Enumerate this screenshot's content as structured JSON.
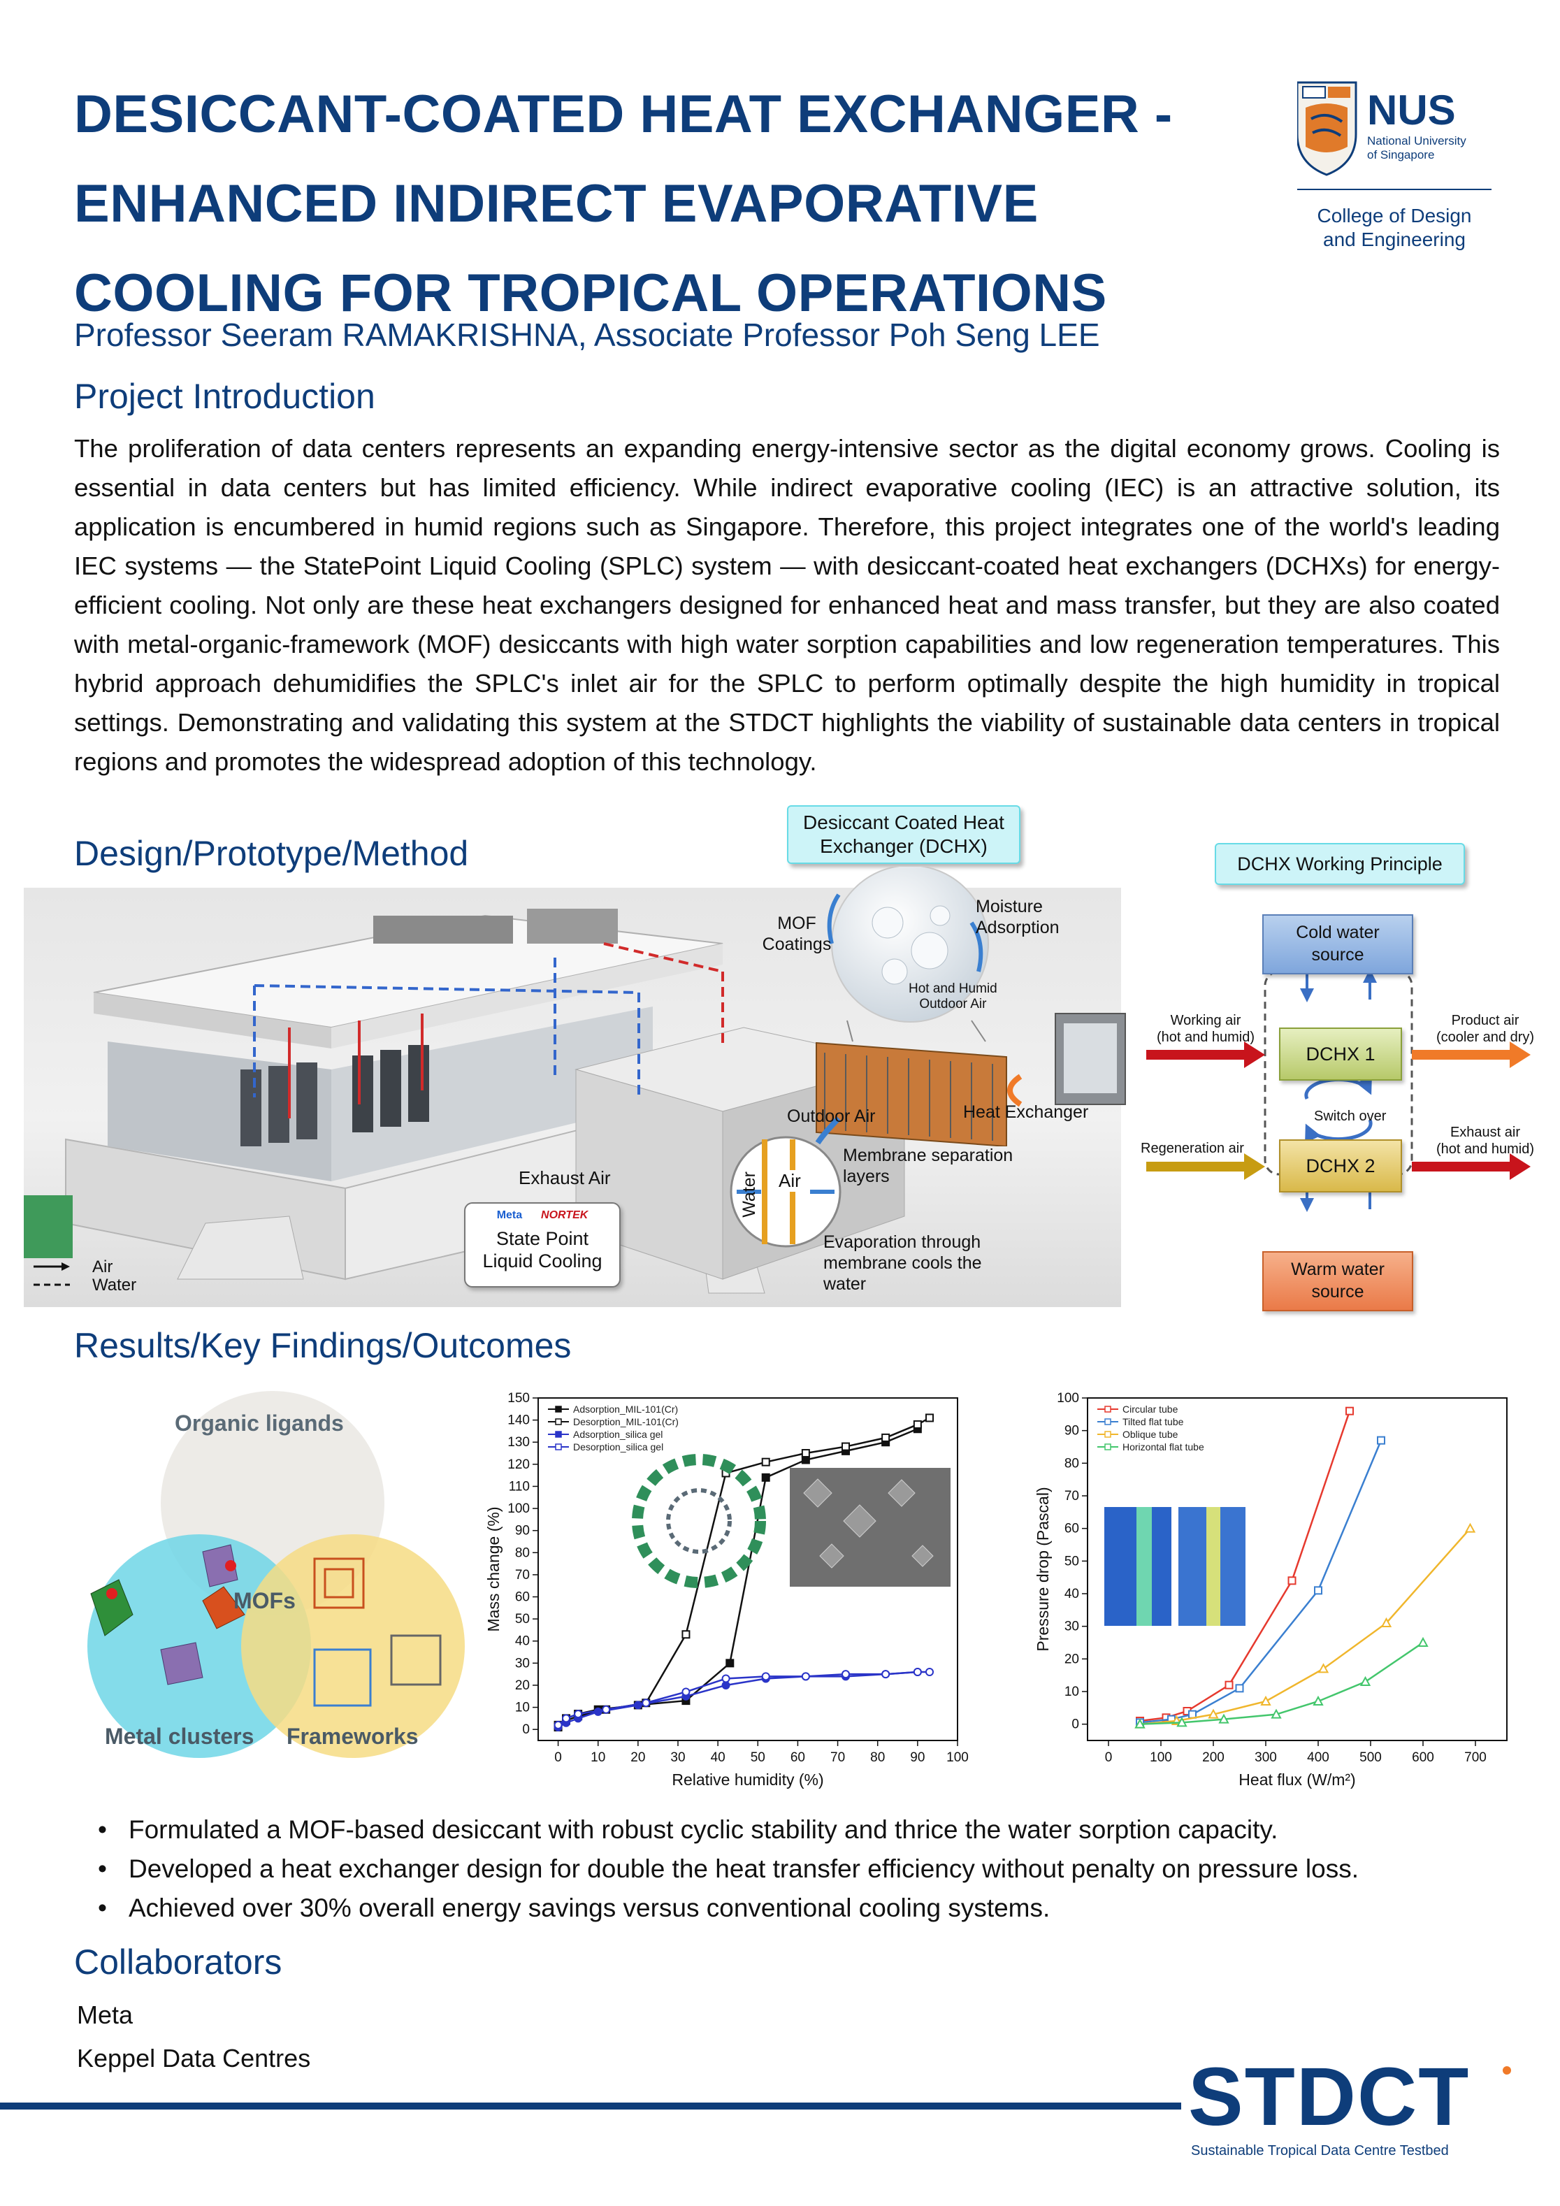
{
  "title_lines": [
    "DESICCANT-COATED HEAT EXCHANGER -",
    "ENHANCED INDIRECT EVAPORATIVE",
    "COOLING FOR TROPICAL OPERATIONS"
  ],
  "authors": "Professor Seeram RAMAKRISHNA, Associate Professor Poh Seng LEE",
  "logo": {
    "name": "NUS",
    "line1": "National University",
    "line2": "of Singapore",
    "college1": "College of Design",
    "college2": "and Engineering"
  },
  "sections": {
    "intro": "Project Introduction",
    "design": "Design/Prototype/Method",
    "results": "Results/Key Findings/Outcomes",
    "collaborators": "Collaborators"
  },
  "intro_text": "The proliferation of data centers represents an expanding energy-intensive sector as the digital economy grows. Cooling is essential in data centers but has limited efficiency. While indirect evaporative cooling (IEC) is an attractive solution, its application is encumbered in humid regions such as Singapore. Therefore, this project integrates one of the world's leading IEC systems — the StatePoint Liquid Cooling (SPLC) system — with desiccant-coated heat exchangers (DCHXs) for energy-efficient cooling. Not only are these heat exchangers designed for enhanced heat and mass transfer, but they are also coated with metal-organic-framework (MOF) desiccants with high water sorption capabilities and low regeneration temperatures. This hybrid approach dehumidifies the SPLC's inlet air for the SPLC to perform optimally despite the high humidity in tropical settings. Demonstrating and validating this system at the STDCT highlights the viability of sustainable data centers in tropical regions and promotes the widespread adoption of this technology.",
  "design": {
    "dchx_label_1": "Desiccant Coated Heat",
    "dchx_label_2": "Exchanger (DCHX)",
    "mof_1": "MOF",
    "mof_2": "Coatings",
    "moisture_1": "Moisture",
    "moisture_2": "Adsorption",
    "hot_1": "Hot and Humid",
    "hot_2": "Outdoor Air",
    "outdoor_air": "Outdoor Air",
    "heat_exchanger": "Heat Exchanger",
    "exhaust_air": "Exhaust Air",
    "membrane_1": "Membrane separation",
    "membrane_2": "layers",
    "air": "Air",
    "water": "Water",
    "evap_1": "Evaporation through",
    "evap_2": "membrane cools the",
    "evap_3": "water",
    "meta": "Meta",
    "nortek": "NORTEK",
    "splc_1": "State Point",
    "splc_2": "Liquid Cooling",
    "legend_air": "Air",
    "legend_water": "Water"
  },
  "principle": {
    "title": "DCHX Working Principle",
    "cold_1": "Cold water",
    "cold_2": "source",
    "warm_1": "Warm water",
    "warm_2": "source",
    "dchx1": "DCHX 1",
    "dchx2": "DCHX 2",
    "switch": "Switch over",
    "working_1": "Working air",
    "working_2": "(hot and humid)",
    "product_1": "Product air",
    "product_2": "(cooler and dry)",
    "regen": "Regeneration air",
    "exhaust_1": "Exhaust air",
    "exhaust_2": "(hot and humid)",
    "colors": {
      "red": "#c8141c",
      "orange": "#f07a28",
      "gold": "#c79c12",
      "blue": "#3a6fc4"
    }
  },
  "venn": {
    "organic": "Organic ligands",
    "mofs": "MOFs",
    "metal": "Metal clusters",
    "frameworks": "Frameworks",
    "colors": {
      "organic": "#eceae6",
      "metal": "#6fd6e6",
      "frameworks": "#f6dc84"
    }
  },
  "chart_data": [
    {
      "type": "line",
      "xlabel": "Relative humidity (%)",
      "ylabel": "Mass change (%)",
      "xlim": [
        -5,
        100
      ],
      "ylim": [
        -5,
        150
      ],
      "xticks": [
        0,
        10,
        20,
        30,
        40,
        50,
        60,
        70,
        80,
        90,
        100
      ],
      "yticks": [
        0,
        10,
        20,
        30,
        40,
        50,
        60,
        70,
        80,
        90,
        100,
        110,
        120,
        130,
        140,
        150
      ],
      "legend": "top-left",
      "series": [
        {
          "name": "Adsorption_MIL-101(Cr)",
          "color": "#111111",
          "marker": "filled-square",
          "x": [
            0,
            2,
            5,
            10,
            20,
            32,
            43,
            52,
            62,
            72,
            82,
            90
          ],
          "y": [
            2,
            5,
            7,
            9,
            11,
            13,
            30,
            114,
            122,
            126,
            130,
            136
          ]
        },
        {
          "name": "Desorption_MIL-101(Cr)",
          "color": "#111111",
          "marker": "open-square",
          "x": [
            93,
            90,
            82,
            72,
            62,
            52,
            42,
            32,
            22,
            12,
            5,
            2,
            0
          ],
          "y": [
            141,
            138,
            132,
            128,
            125,
            121,
            116,
            43,
            12,
            9,
            6,
            4,
            1
          ]
        },
        {
          "name": "Adsorption_silica gel",
          "color": "#2a34c8",
          "marker": "filled-circle",
          "x": [
            0,
            2,
            5,
            10,
            20,
            32,
            42,
            52,
            62,
            72,
            82,
            90
          ],
          "y": [
            1,
            3,
            5,
            8,
            11,
            15,
            20,
            23,
            24,
            24,
            25,
            26
          ]
        },
        {
          "name": "Desorption_silica gel",
          "color": "#2a34c8",
          "marker": "open-circle",
          "x": [
            93,
            90,
            82,
            72,
            62,
            52,
            42,
            32,
            22,
            12,
            5,
            2,
            0
          ],
          "y": [
            26,
            26,
            25,
            25,
            24,
            24,
            23,
            17,
            12,
            9,
            7,
            5,
            2
          ]
        }
      ]
    },
    {
      "type": "line",
      "xlabel": "Heat flux (W/m²)",
      "ylabel": "Pressure drop (Pascal)",
      "xlim": [
        -40,
        760
      ],
      "ylim": [
        -5,
        100
      ],
      "xticks": [
        0,
        100,
        200,
        300,
        400,
        500,
        600,
        700
      ],
      "yticks": [
        0,
        10,
        20,
        30,
        40,
        50,
        60,
        70,
        80,
        90,
        100
      ],
      "legend": "top-left",
      "series": [
        {
          "name": "Circular tube",
          "color": "#e6392e",
          "marker": "open-square",
          "x": [
            60,
            110,
            150,
            230,
            350,
            460
          ],
          "y": [
            1,
            2,
            4,
            12,
            44,
            96
          ]
        },
        {
          "name": "Tilted flat tube",
          "color": "#3a7fd0",
          "marker": "open-square",
          "x": [
            60,
            120,
            160,
            250,
            400,
            520
          ],
          "y": [
            0.5,
            1.5,
            3,
            11,
            41,
            87
          ]
        },
        {
          "name": "Oblique tube",
          "color": "#f0b62c",
          "marker": "open-triangle",
          "x": [
            60,
            130,
            200,
            300,
            410,
            530,
            690
          ],
          "y": [
            0,
            1,
            3,
            7,
            17,
            31,
            60
          ]
        },
        {
          "name": "Horizontal flat tube",
          "color": "#43c66c",
          "marker": "open-triangle",
          "x": [
            60,
            140,
            220,
            320,
            400,
            490,
            600
          ],
          "y": [
            0,
            0.5,
            1.5,
            3,
            7,
            13,
            25
          ]
        }
      ]
    }
  ],
  "bullets": [
    "Formulated a MOF-based desiccant with robust cyclic stability and thrice the water sorption capacity.",
    "Developed a heat exchanger design for double the heat transfer efficiency without penalty on pressure loss.",
    "Achieved over 30% overall energy savings versus conventional cooling systems."
  ],
  "collaborators": [
    "Meta",
    "Keppel Data Centres"
  ],
  "footer": {
    "logo": "STDCT",
    "tagline": "Sustainable Tropical Data Centre Testbed"
  }
}
